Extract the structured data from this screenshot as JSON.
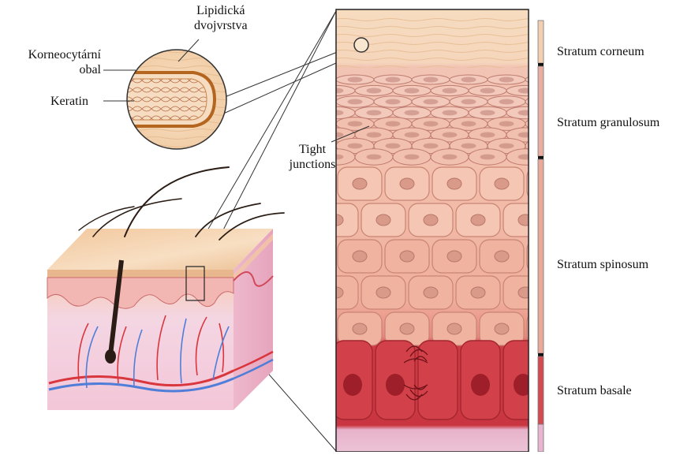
{
  "labels": {
    "lipid_line1": "Lipidická",
    "lipid_line2": "dvojvrstva",
    "envelope_line1": "Korneocytární",
    "envelope_line2": "obal",
    "keratin": "Keratin",
    "tight_line1": "Tight",
    "tight_line2": "junctions"
  },
  "layers": [
    {
      "name": "Stratum corneum",
      "color": "#f2c9a8"
    },
    {
      "name": "Stratum granulosum",
      "color": "#e8a79a"
    },
    {
      "name": "Stratum spinosum",
      "color": "#e5a092"
    },
    {
      "name": "Stratum basale",
      "color": "#d35d5f"
    }
  ],
  "colors": {
    "corneum": "#f5d9b8",
    "granulosum": "#f0c2b2",
    "spinosum": "#f1b9a6",
    "basale": "#cf3a44",
    "basement": "#e9b6cf",
    "dermis": "#efc9d6",
    "artery": "#d9363e",
    "vein": "#4f7ed8",
    "hair": "#2b1d16"
  }
}
